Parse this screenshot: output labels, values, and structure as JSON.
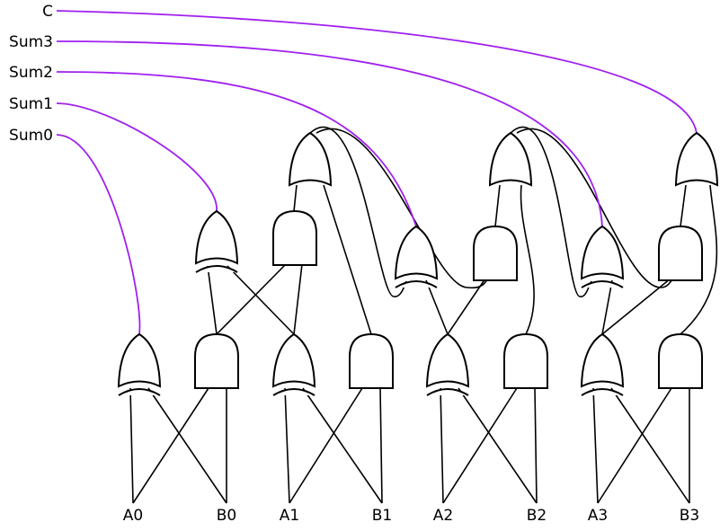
{
  "outputs": [
    "C",
    "Sum3",
    "Sum2",
    "Sum1",
    "Sum0"
  ],
  "inputs": [
    "A0",
    "B0",
    "A1",
    "B1",
    "A2",
    "B2",
    "A3",
    "B3"
  ],
  "colors": {
    "output_wire": "#a020f0",
    "wire": "#000000"
  }
}
